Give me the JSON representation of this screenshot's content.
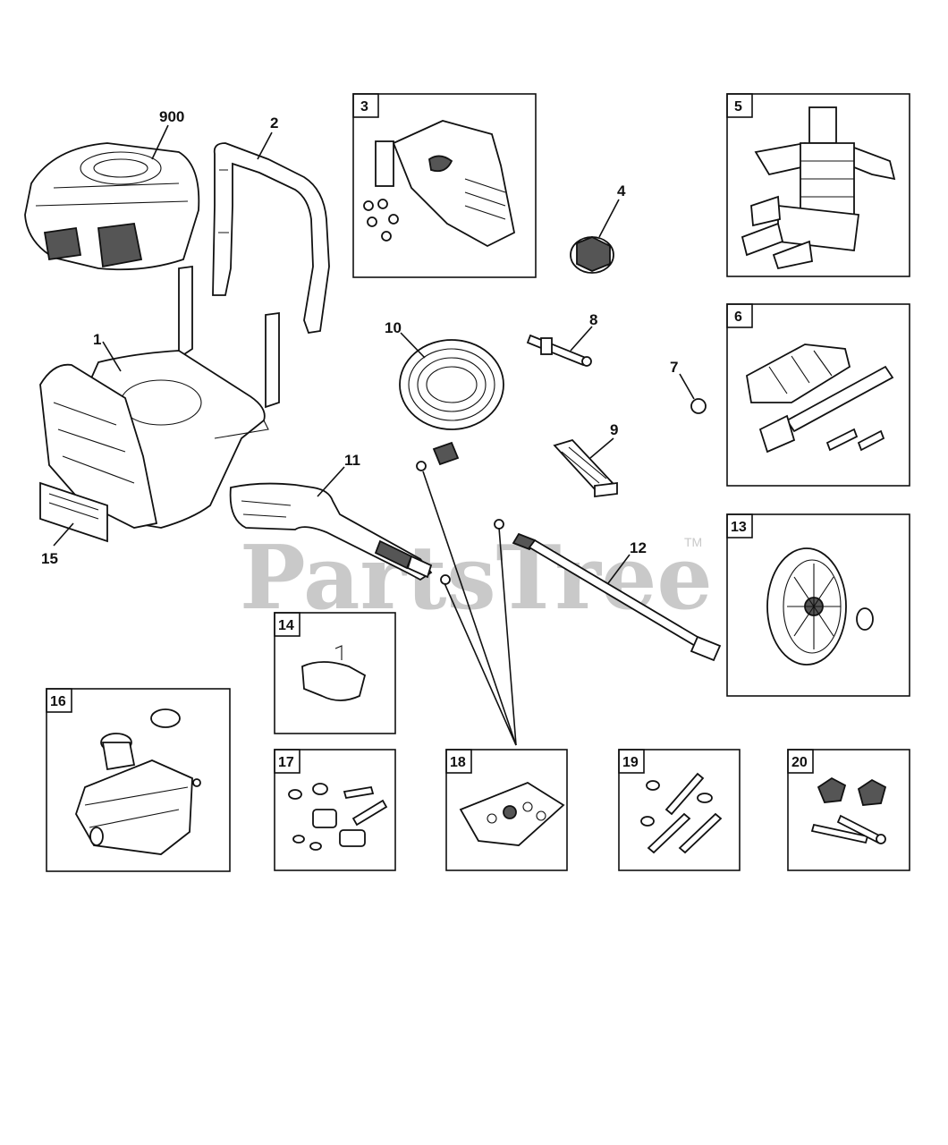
{
  "watermark": {
    "text": "PartsTree",
    "trademark": "TM"
  },
  "callouts": {
    "c900": "900",
    "c1": "1",
    "c2": "2",
    "c4": "4",
    "c7": "7",
    "c8": "8",
    "c9": "9",
    "c10": "10",
    "c11": "11",
    "c12": "12",
    "c15": "15"
  },
  "boxes": {
    "b3": "3",
    "b5": "5",
    "b6": "6",
    "b13": "13",
    "b14": "14",
    "b16": "16",
    "b17": "17",
    "b18": "18",
    "b19": "19",
    "b20": "20"
  }
}
